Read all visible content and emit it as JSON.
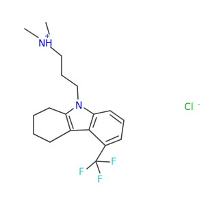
{
  "molecule": {
    "atoms": {
      "nh": {
        "main": "N",
        "hydrogen": "H",
        "charge": "+"
      },
      "n_ring": "N",
      "f1": "F",
      "f2": "F",
      "f3": "F"
    },
    "counterion": {
      "symbol": "Cl",
      "charge": "-"
    }
  },
  "colors": {
    "bond": "#404040",
    "nitrogen": "#0000ff",
    "fluorine": "#33cccc",
    "chlorine": "#1fa01f"
  }
}
